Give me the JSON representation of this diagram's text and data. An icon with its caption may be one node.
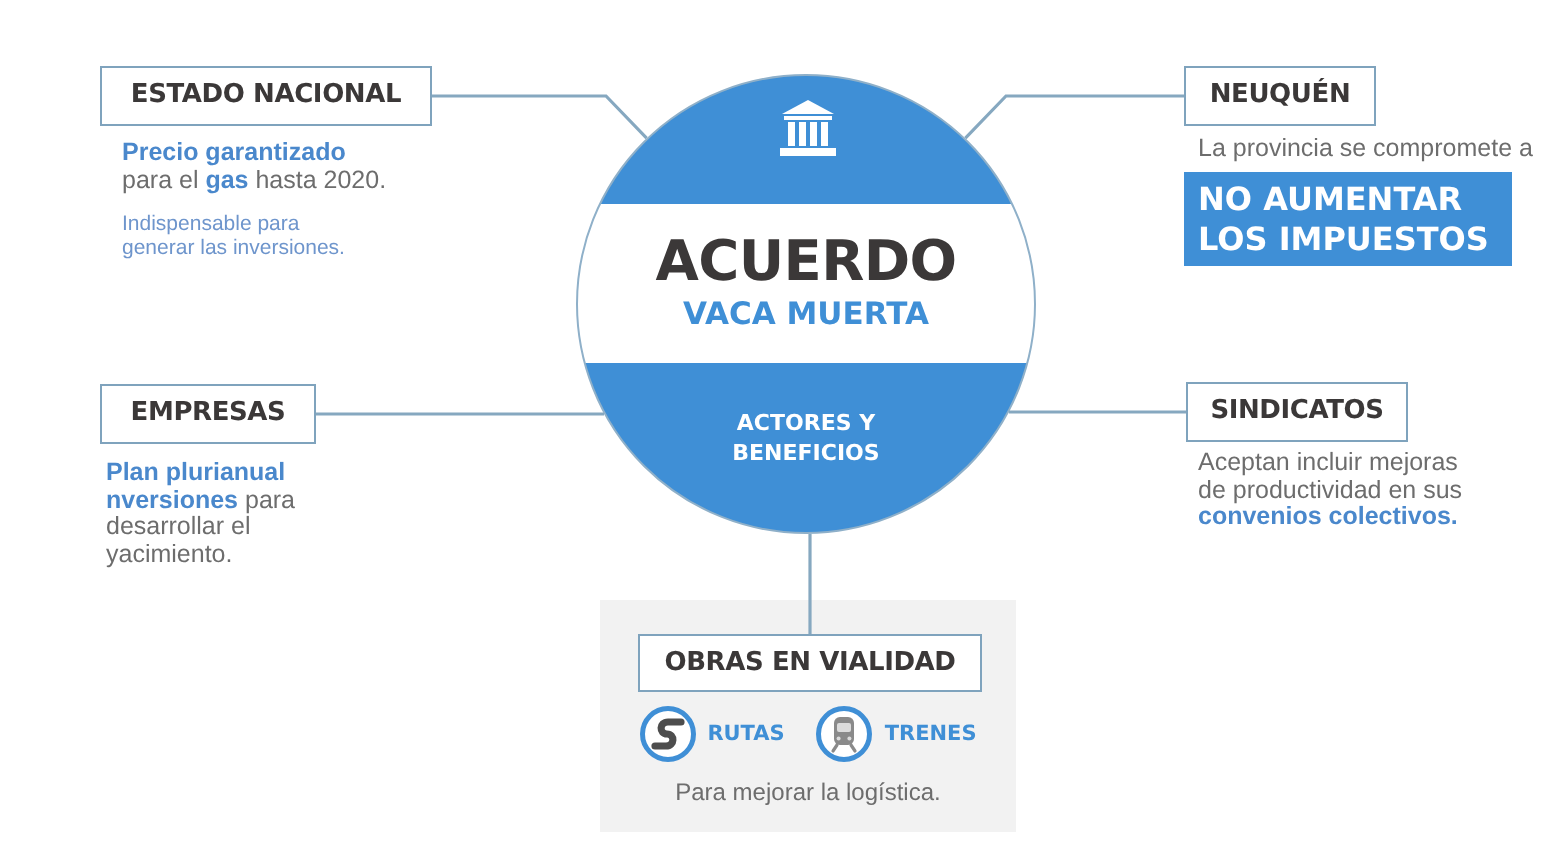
{
  "diagram": {
    "nodes": [
      {
        "text": [
          "ACUERDO",
          "VACA MUERTA",
          "ACTORES Y BENEFICIOS"
        ]
      },
      {
        "text": [
          "ESTADO NACIONAL"
        ],
        "beside": [
          "**Precio garantizado** para el **gas** hasta 2020.",
          "Indispensable para generar las inversiones."
        ]
      },
      {
        "text": [
          "NEUQUÉN"
        ],
        "beside": [
          "La provincia se compromete a"
        ]
      },
      {
        "text": [
          "NO AUMENTAR LOS IMPUESTOS"
        ]
      },
      {
        "text": [
          "EMPRESAS"
        ],
        "beside": [
          "**Plan plurianual nversiones** para desarrollar el yacimiento."
        ]
      },
      {
        "text": [
          "SINDICATOS"
        ],
        "beside": [
          "Aceptan incluir mejoras de productividad en sus **convenios colectivos.**"
        ]
      },
      {
        "text": [
          "RUTAS",
          "TRENES",
          "Para mejorar la logística."
        ]
      },
      {
        "text": [
          "OBRAS EN VIALIDAD"
        ],
        "in": 6
      }
    ],
    "edges": [
      {
        "from": 0,
        "to": 1,
        "arrow": "none"
      },
      {
        "from": 0,
        "to": 2,
        "arrow": "none"
      },
      {
        "from": 0,
        "to": 4,
        "arrow": "none"
      },
      {
        "from": 0,
        "to": 5,
        "arrow": "none"
      },
      {
        "from": 0,
        "to": 7,
        "arrow": "none"
      }
    ]
  }
}
